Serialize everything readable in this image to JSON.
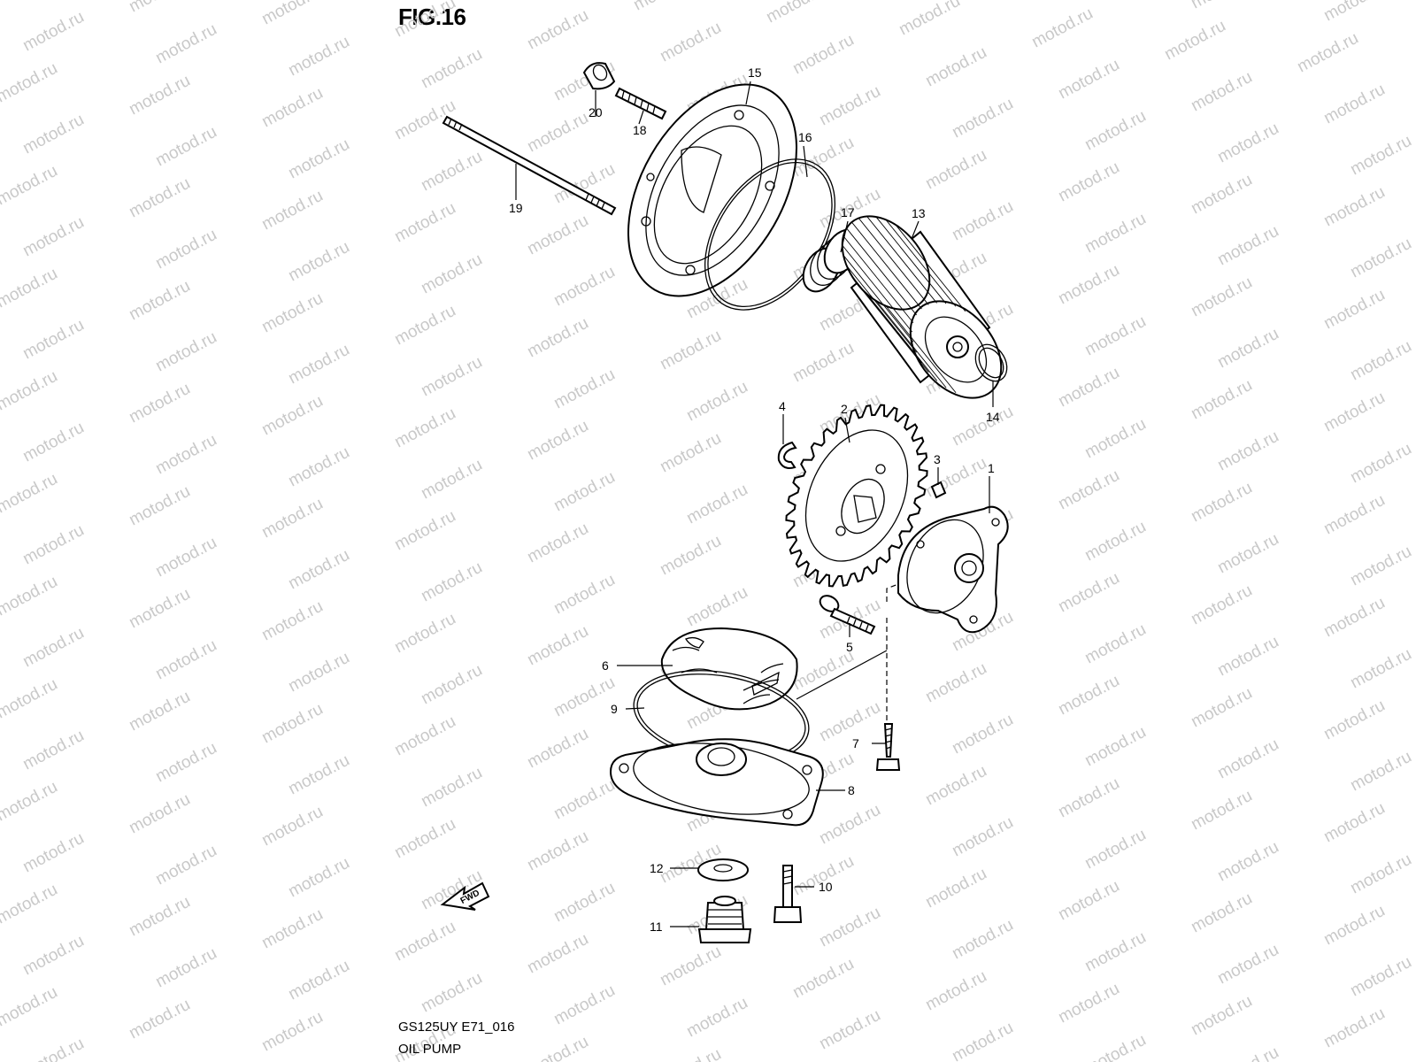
{
  "figure": {
    "title": "FIG.16",
    "code": "GS125UY E71_016",
    "name": "OIL PUMP"
  },
  "watermark": {
    "text": "motod.ru",
    "color": "#c9c9c9"
  },
  "fwd_label": "FWD",
  "callouts": [
    {
      "id": "1",
      "label": "1"
    },
    {
      "id": "2",
      "label": "2"
    },
    {
      "id": "3",
      "label": "3"
    },
    {
      "id": "4",
      "label": "4"
    },
    {
      "id": "5",
      "label": "5"
    },
    {
      "id": "6",
      "label": "6"
    },
    {
      "id": "7",
      "label": "7"
    },
    {
      "id": "8",
      "label": "8"
    },
    {
      "id": "9",
      "label": "9"
    },
    {
      "id": "10",
      "label": "10"
    },
    {
      "id": "11",
      "label": "11"
    },
    {
      "id": "12",
      "label": "12"
    },
    {
      "id": "13",
      "label": "13"
    },
    {
      "id": "14",
      "label": "14"
    },
    {
      "id": "15",
      "label": "15"
    },
    {
      "id": "16",
      "label": "16"
    },
    {
      "id": "17",
      "label": "17"
    },
    {
      "id": "18",
      "label": "18"
    },
    {
      "id": "19",
      "label": "19"
    },
    {
      "id": "20",
      "label": "20"
    }
  ]
}
